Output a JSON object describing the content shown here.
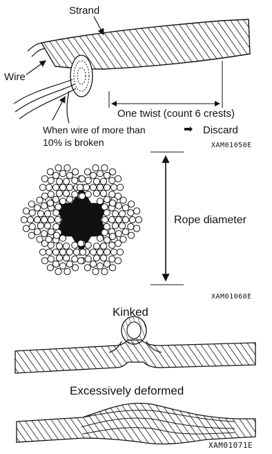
{
  "figure1": {
    "strand_label": "Strand",
    "wire_label": "Wire",
    "twist_label": "One twist (count 6 crests)",
    "broken_line1": "When wire of more than",
    "broken_line2": "10% is broken",
    "arrow_glyph": "arrow-right-icon",
    "discard_label": "Discard",
    "code": "XAM01050E"
  },
  "figure2": {
    "diameter_label": "Rope diameter",
    "code": "XAM01060E"
  },
  "figure3": {
    "kinked_label": "Kinked",
    "deformed_label": "Excessively deformed",
    "code": "XAM01071E"
  },
  "colors": {
    "ink": "#111111",
    "background": "#ffffff"
  }
}
